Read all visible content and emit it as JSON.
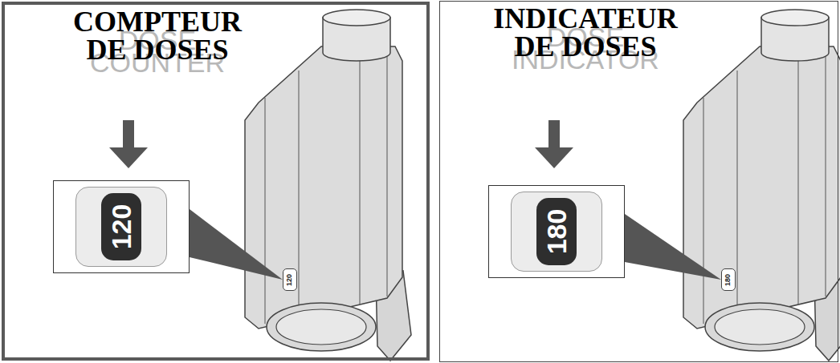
{
  "diagram": {
    "nodes": [
      {
        "text": [
          "COMPTEUR DE DOSES",
          "DOSE COUNTER"
        ]
      },
      {
        "text": [
          "120"
        ],
        "in": 0
      },
      {
        "text": [
          "120"
        ],
        "in": 0
      },
      {
        "text": [
          "INDICATEUR DE DOSES",
          "DOSE INDICATOR"
        ]
      },
      {
        "text": [
          "180"
        ],
        "in": 3
      },
      {
        "text": [
          "180"
        ],
        "in": 3
      }
    ],
    "edges": [
      {
        "from": 1,
        "to": 2,
        "arrow": "to"
      },
      {
        "from": 4,
        "to": 5,
        "arrow": "to"
      }
    ]
  }
}
